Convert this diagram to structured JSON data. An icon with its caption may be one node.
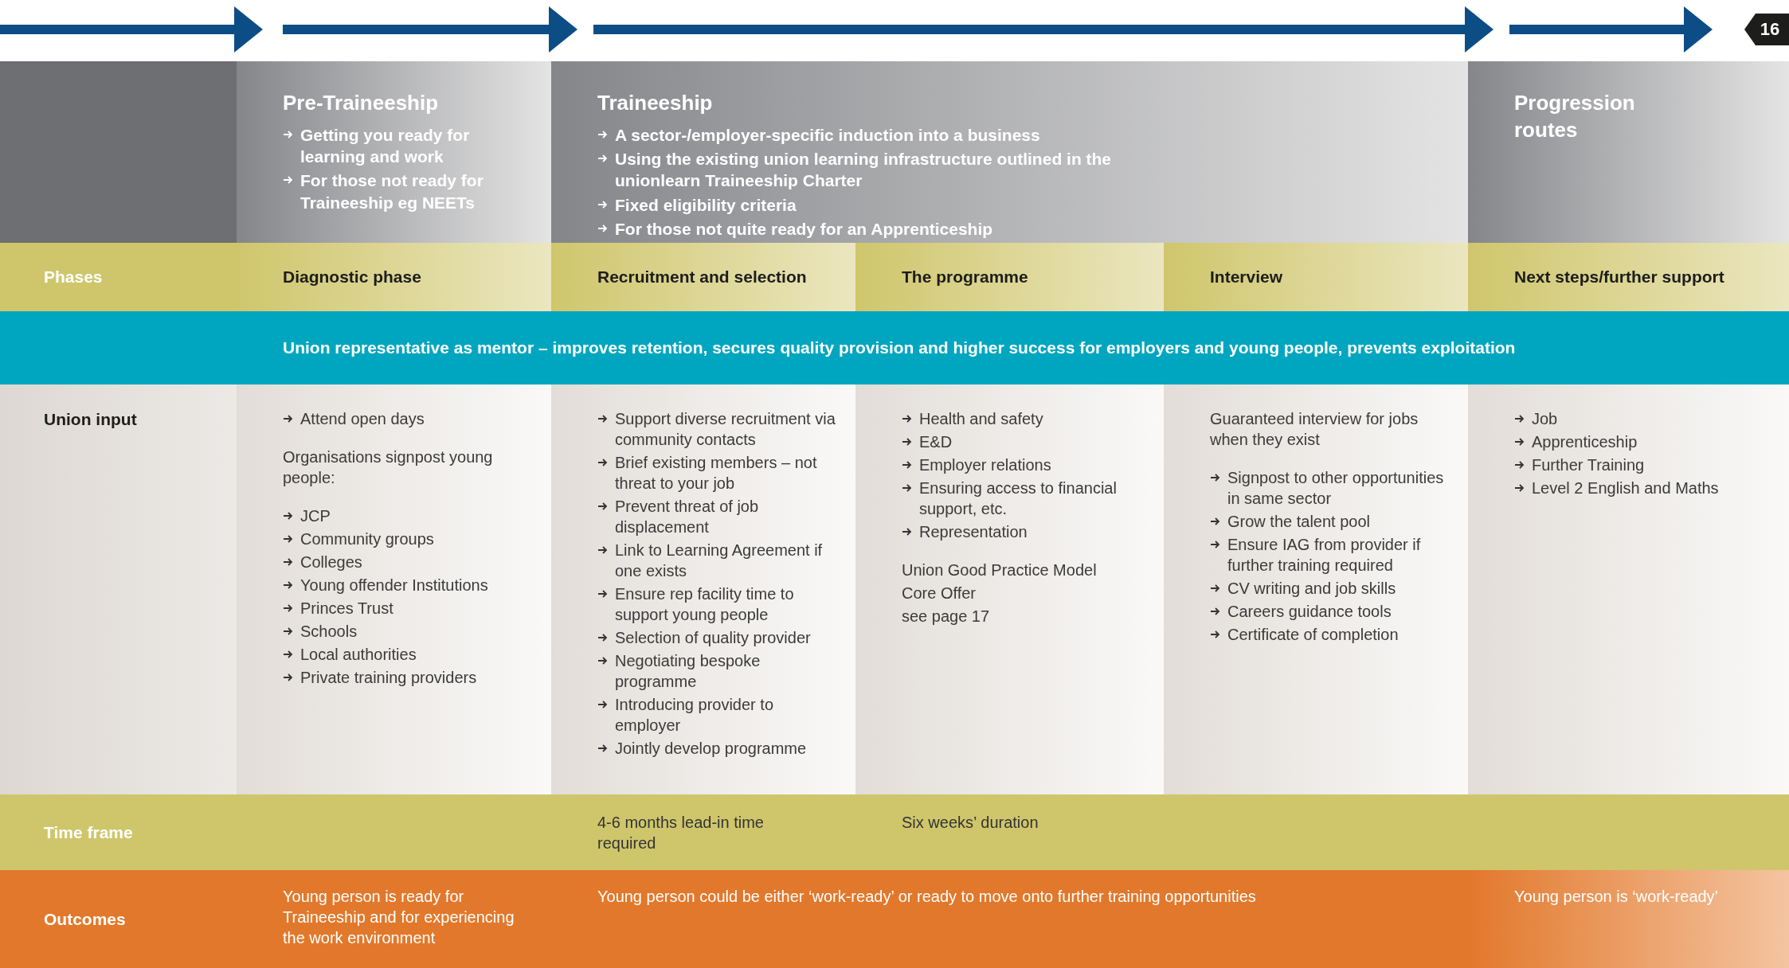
{
  "diagram": {
    "nodes": [
      {
        "text": [
          "Pre-Traineeship",
          "Getting you ready for learning and work",
          "For those not ready for Traineeship eg NEETs"
        ]
      },
      {
        "text": [
          "Traineeship",
          "A sector-/employer-specific induction into a business",
          "Using the existing union learning infrastructure outlined in the unionlearn Traineeship Charter",
          "Fixed eligibility criteria",
          "For those not quite ready for an Apprenticeship"
        ]
      },
      {
        "text": [
          "Progression routes"
        ]
      },
      {
        "text": [
          "Phases"
        ]
      },
      {
        "text": [
          "Diagnostic phase"
        ]
      },
      {
        "text": [
          "Recruitment and selection"
        ]
      },
      {
        "text": [
          "The programme"
        ]
      },
      {
        "text": [
          "Interview"
        ]
      },
      {
        "text": [
          "Next steps/further support"
        ]
      },
      {
        "text": [
          "Union representative as mentor – improves retention, secures quality provision and higher success for employers and young people, prevents exploitation"
        ]
      },
      {
        "text": [
          "Union input"
        ]
      },
      {
        "text": [
          "Attend open days",
          "Organisations signpost young people:",
          "JCP",
          "Community groups",
          "Colleges",
          "Young offender Institutions",
          "Princes Trust",
          "Schools",
          "Local authorities",
          "Private training providers"
        ]
      },
      {
        "text": [
          "Support diverse recruitment via community contacts",
          "Brief existing members – not threat to your job",
          "Prevent threat of job displacement",
          "Link to Learning Agreement if one exists",
          "Ensure rep facility time to support young people",
          "Selection of quality provider",
          "Negotiating bespoke programme",
          "Introducing provider to employer",
          "Jointly develop programme"
        ]
      },
      {
        "text": [
          "Health and safety",
          "E&D",
          "Employer relations",
          "Ensuring access to financial support, etc.",
          "Representation",
          "Union Good Practice Model",
          "Core Offer",
          "see page 17"
        ]
      },
      {
        "text": [
          "Guaranteed interview for jobs when they exist",
          "Signpost to other opportunities in same sector",
          "Grow the talent pool",
          "Ensure IAG from provider if further training required",
          "CV writing and job skills",
          "Careers guidance tools",
          "Certificate of completion"
        ]
      },
      {
        "text": [
          "Job",
          "Apprenticeship",
          "Further Training",
          "Level 2 English and Maths"
        ]
      },
      {
        "text": [
          "Time frame"
        ]
      },
      {
        "text": [
          "4-6 months lead-in time required"
        ]
      },
      {
        "text": [
          "Six weeks’ duration"
        ]
      },
      {
        "text": [
          "Outcomes"
        ]
      },
      {
        "text": [
          "Young person is ready for Traineeship and for experiencing the work environment"
        ]
      },
      {
        "text": [
          "Young person could be either ‘work-ready’ or ready to move onto further training opportunities"
        ]
      },
      {
        "text": [
          "Young person is ‘work-ready’"
        ]
      }
    ],
    "edges": [],
    "labels": [
      "16"
    ]
  }
}
